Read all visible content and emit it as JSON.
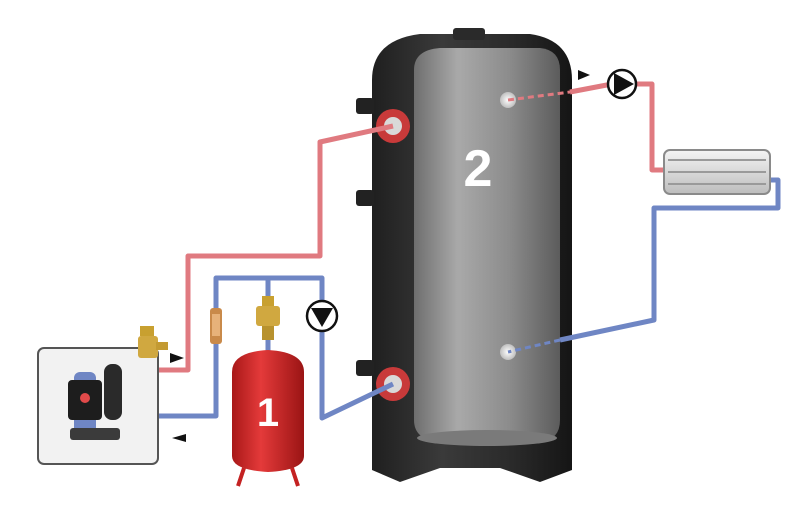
{
  "labels": {
    "expansion_vessel": "1",
    "buffer_tank": "2"
  },
  "colors": {
    "hot_pipe": "#e07a80",
    "cold_pipe": "#6f86c4",
    "vessel_red": "#d62b2b",
    "tank_body": "#2c2c2c",
    "tank_inner": "#8d8d8d",
    "flange_red": "#c83a3a"
  },
  "icons": [
    "heat-pump-unit",
    "pump-icon",
    "radiator-icon",
    "expansion-vessel",
    "buffer-tank",
    "safety-valve-icon",
    "flow-arrow-icon"
  ]
}
